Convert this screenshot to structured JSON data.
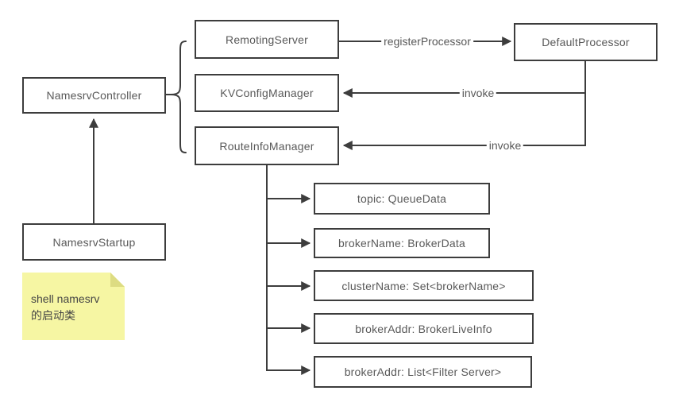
{
  "diagram": {
    "nodes": {
      "namesrv_controller": {
        "label": "NamesrvController"
      },
      "namesrv_startup": {
        "label": "NamesrvStartup"
      },
      "remoting_server": {
        "label": "RemotingServer"
      },
      "kv_config_manager": {
        "label": "KVConfigManager"
      },
      "route_info_manager": {
        "label": "RouteInfoManager"
      },
      "default_processor": {
        "label": "DefaultProcessor"
      },
      "route_table_entries": [
        {
          "label": "topic:  QueueData"
        },
        {
          "label": "brokerName:  BrokerData"
        },
        {
          "label": "clusterName:  Set<brokerName>"
        },
        {
          "label": "brokerAddr:  BrokerLiveInfo"
        },
        {
          "label": "brokerAddr:  List<Filter Server>"
        }
      ]
    },
    "edges": {
      "register_processor": {
        "label": "registerProcessor"
      },
      "invoke_kvconfig": {
        "label": "invoke"
      },
      "invoke_routeinfo": {
        "label": "invoke"
      }
    },
    "note": {
      "line1": "shell namesrv",
      "line2": "的启动类"
    },
    "colors": {
      "line": "#3d3d3d",
      "text": "#595959",
      "note_bg": "#f6f6a3",
      "note_fold": "#dddc82",
      "note_text": "#454545"
    }
  }
}
